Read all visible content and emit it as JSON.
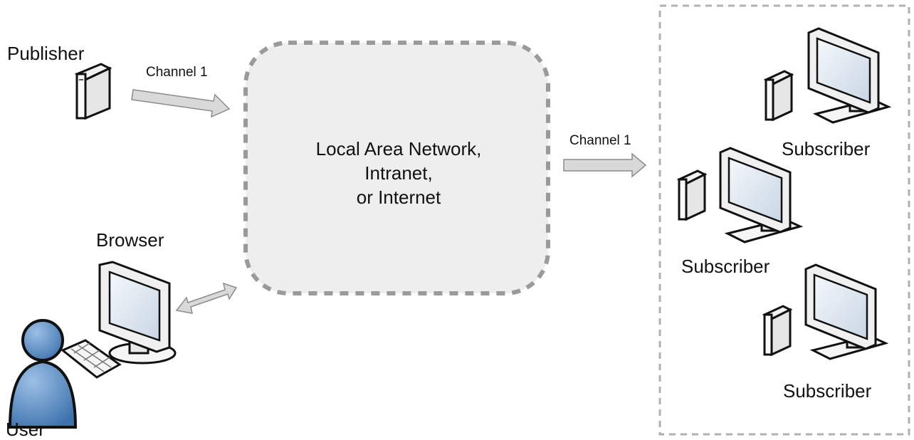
{
  "publisher": {
    "label": "Publisher"
  },
  "channel_in": {
    "label": "Channel 1"
  },
  "channel_out": {
    "label": "Channel 1"
  },
  "network": {
    "lines": [
      "Local Area Network,",
      "Intranet,",
      "or Internet"
    ]
  },
  "browser": {
    "label": "Browser"
  },
  "user": {
    "label": "User"
  },
  "subscribers": [
    {
      "label": "Subscriber"
    },
    {
      "label": "Subscriber"
    },
    {
      "label": "Subscriber"
    }
  ],
  "colors": {
    "dash_border": "#9a9a9a",
    "network_fill": "#eeeeee",
    "arrow_fill": "#d9d9d9",
    "arrow_stroke": "#8c8c8c",
    "user_blue": "#5b8fc6",
    "screen_fill": "#dfe8f2"
  },
  "icons": [
    "server-icon",
    "monitor-icon",
    "keyboard-icon",
    "user-icon",
    "arrow-icon",
    "double-arrow-icon"
  ]
}
